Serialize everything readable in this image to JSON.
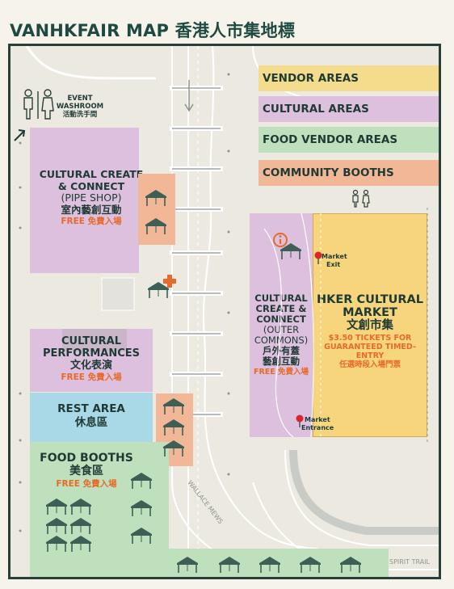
{
  "title": "VANHKFAIR MAP 香港人市集地標",
  "colors": {
    "vendor": "#f4dc8c",
    "cultural": "#dcc0dd",
    "food": "#bfe0bc",
    "community": "#f2b796",
    "rest": "#a9d8e6",
    "market_yellow": "#f6d57c",
    "accent_orange": "#e76a2b",
    "tent": "#3e5f55",
    "title_green": "#1f4a41"
  },
  "legend": {
    "vendor": "VENDOR AREAS",
    "cultural": "CULTURAL AREAS",
    "food": "FOOD VENDOR AREAS",
    "community": "COMMUNITY BOOTHS"
  },
  "washroom": {
    "line1": "EVENT",
    "line2": "WASHROOM",
    "line3": "活動洗手間",
    "icon": "washroom-icon"
  },
  "create_connect": {
    "line1": "CULTURAL CREATE",
    "line2": "& CONNECT",
    "line3": "(PIPE SHOP)",
    "line4": "室內藝創互動",
    "free": "FREE 免費入場"
  },
  "performances": {
    "line1": "CULTURAL",
    "line2": "PERFORMANCES",
    "line3": "文化表演",
    "free": "FREE 免費入場"
  },
  "rest_area": {
    "line1": "REST AREA",
    "line2": "休息區"
  },
  "food_booths": {
    "line1": "FOOD BOOTHS",
    "line2": "美食區",
    "free": "FREE 免費入場"
  },
  "outer_commons": {
    "line1": "CULTURAL",
    "line2": "CREATE &",
    "line3": "CONNECT",
    "line4": "(OUTER",
    "line5": "COMMONS)",
    "line6": "戶外有蓋",
    "line7": "藝創互動",
    "free": "FREE 免費入場"
  },
  "market": {
    "line1": "HKER CULTURAL",
    "line2": "MARKET",
    "line3": "文創市集",
    "price1": "$3.50 TICKETS FOR",
    "price2": "GUARANTEED TIMED-ENTRY",
    "price3": "任選時段入場門票"
  },
  "market_exit": {
    "line1": "Market",
    "line2": "Exit"
  },
  "market_entrance": {
    "line1": "Market",
    "line2": "Entrance"
  },
  "streets": {
    "wallace": "WALLACE MEWS",
    "spirit": "SPIRIT TRAIL"
  }
}
